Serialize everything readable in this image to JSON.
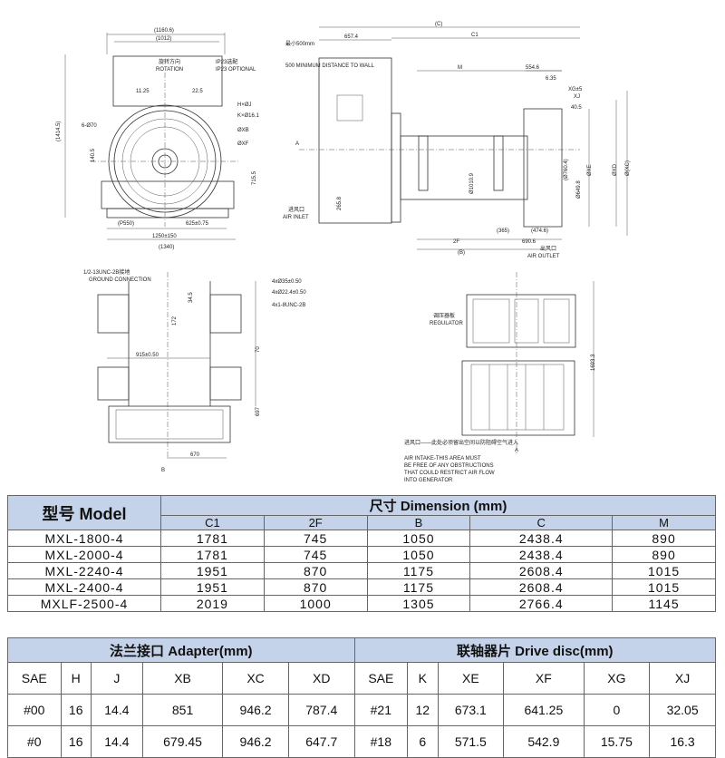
{
  "drawing": {
    "labels": {
      "d1160": "(1160.6)",
      "d1012": "(1012)",
      "d1414": "(1414.5)",
      "rotation_cn": "旋转方向",
      "rotation": "ROTATION",
      "ip23_cn": "IP23选配",
      "ip23": "IP23 OPTIONAL",
      "hxj": "H×ØJ",
      "kx16": "K×Ø16.1",
      "xb": "ØXB",
      "xf": "ØXF",
      "hole": "6-Ø70",
      "d140": "140.5",
      "d55": "715.5",
      "p550": "(P550)",
      "d625": "625±0.75",
      "d1250": "1250±150",
      "d1340": "(1340)",
      "ang1": "11.25",
      "ang2": "22.5",
      "c_paren": "(C)",
      "c1": "C1",
      "d657": "657.4",
      "min500_cn": "最小500mm",
      "min500": "500 MINIMUM DISTANCE TO WALL",
      "m": "M",
      "d554": "554.6",
      "d635": "6.35",
      "xg": "XG±5",
      "xj": "XJ",
      "d405": "40.5",
      "xe": "ØXE",
      "xd": "ØXD",
      "xc": "Ø(XC)",
      "d649": "Ø649.8",
      "d760": "(Ø760.4)",
      "d1010": "Ø1010.9",
      "d265": "265.8",
      "d365": "(365)",
      "d474": "(474.6)",
      "d690": "690.6",
      "two_f": "2F",
      "b_paren": "(B)",
      "air_inlet_cn": "进风口",
      "air_inlet": "AIR INLET",
      "air_outlet_cn": "出风口",
      "air_outlet": "AIR OUTLET",
      "arrow_a": "A",
      "ground_cn": "1/2-13UNC-2B接地",
      "ground": "GROUND CONNECTION",
      "d935": "4xØ35±0.50",
      "d224": "4xØ22.4±0.50",
      "unc": "4x1-8UNC-2B",
      "d915": "915±0.50",
      "d345": "34.5",
      "d172": "172",
      "d70": "70",
      "d697": "697",
      "d670": "670",
      "view_b": "B",
      "regulator_cn": "调压器板",
      "regulator": "REGULATOR",
      "d1693": "1693.3",
      "intake_cn": "进风口——此处必须留出空间以防阻碍空气进入",
      "intake_1": "AIR INTAKE-THIS AREA MUST",
      "intake_2": "BE FREE OF ANY OBSTRUCTIONS",
      "intake_3": "THAT COULD RESTRICT AIR FLOW",
      "intake_4": "INTO GENERATOR"
    }
  },
  "dimension_table": {
    "model_header": "型号  Model",
    "dimension_header": "尺寸 Dimension (mm)",
    "columns": [
      "C1",
      "2F",
      "B",
      "C",
      "M"
    ],
    "rows": [
      {
        "model": "MXL-1800-4",
        "values": [
          "1781",
          "745",
          "1050",
          "2438.4",
          "890"
        ]
      },
      {
        "model": "MXL-2000-4",
        "values": [
          "1781",
          "745",
          "1050",
          "2438.4",
          "890"
        ]
      },
      {
        "model": "MXL-2240-4",
        "values": [
          "1951",
          "870",
          "1175",
          "2608.4",
          "1015"
        ]
      },
      {
        "model": "MXL-2400-4",
        "values": [
          "1951",
          "870",
          "1175",
          "2608.4",
          "1015"
        ]
      },
      {
        "model": "MXLF-2500-4",
        "values": [
          "2019",
          "1000",
          "1305",
          "2766.4",
          "1145"
        ]
      }
    ]
  },
  "adapter_table": {
    "adapter_header": "法兰接口  Adapter(mm)",
    "drive_header": "联轴器片  Drive disc(mm)",
    "columns": [
      "SAE",
      "H",
      "J",
      "XB",
      "XC",
      "XD",
      "SAE",
      "K",
      "XE",
      "XF",
      "XG",
      "XJ"
    ],
    "rows": [
      [
        "#00",
        "16",
        "14.4",
        "851",
        "946.2",
        "787.4",
        "#21",
        "12",
        "673.1",
        "641.25",
        "0",
        "32.05"
      ],
      [
        "#0",
        "16",
        "14.4",
        "679.45",
        "946.2",
        "647.7",
        "#18",
        "6",
        "571.5",
        "542.9",
        "15.75",
        "16.3"
      ]
    ]
  }
}
